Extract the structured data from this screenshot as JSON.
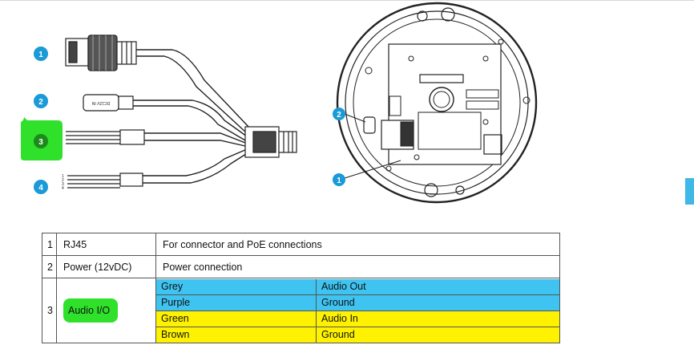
{
  "figure": {
    "callouts": [
      "1",
      "2",
      "3",
      "4",
      "2",
      "1"
    ],
    "power_label": "DC12V IN",
    "wire_numbers": [
      "1",
      "2",
      "3",
      "4"
    ]
  },
  "table": {
    "rows": [
      {
        "num": "1",
        "name": "RJ45",
        "desc": "For connector and PoE connections"
      },
      {
        "num": "2",
        "name": "Power (12vDC)",
        "desc": "Power connection"
      }
    ],
    "audio": {
      "num": "3",
      "name": "Audio I/O",
      "wires": [
        {
          "color": "Grey",
          "function": "Audio Out"
        },
        {
          "color": "Purple",
          "function": "Ground"
        },
        {
          "color": "Green",
          "function": "Audio In"
        },
        {
          "color": "Brown",
          "function": "Ground"
        }
      ]
    }
  },
  "colors": {
    "callout_blue": "#1a9ad6",
    "highlight_green": "#2fe12a",
    "highlight_blue": "#3fc3f0",
    "highlight_yellow": "#fff200"
  }
}
